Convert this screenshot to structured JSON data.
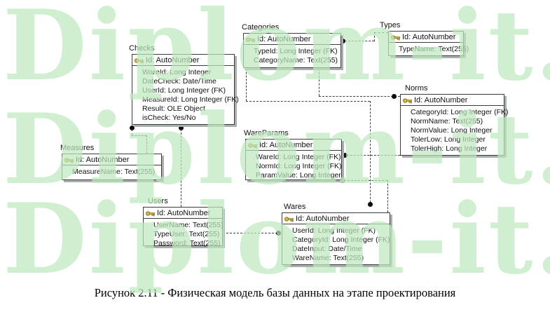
{
  "watermark": {
    "text": "Diplom-it.ru",
    "color": "#bee7be"
  },
  "caption": "Рисунок 2.11 - Физическая модель базы данных на этапе проектирования",
  "entities": [
    {
      "name": "Checks",
      "pk": "Id: AutoNumber",
      "fields": [
        "WareId: Long Integer",
        "DateCheck: Date/Time",
        "UserId: Long Integer (FK)",
        "MeasureId: Long Integer (FK)",
        "Result: OLE Object",
        "isCheck: Yes/No"
      ]
    },
    {
      "name": "Categories",
      "pk": "Id: AutoNumber",
      "fields": [
        "TypeId: Long Integer (FK)",
        "CategoryName: Text(255)"
      ]
    },
    {
      "name": "Types",
      "pk": "Id: AutoNumber",
      "fields": [
        "TypeName: Text(255)"
      ]
    },
    {
      "name": "Norms",
      "pk": "Id: AutoNumber",
      "fields": [
        "CategoryId: Long Integer (FK)",
        "NormName: Text(255)",
        "NormValue: Long Integer",
        "TolerLow: Long Integer",
        "TolerHigh: Long Integer"
      ]
    },
    {
      "name": "Measures",
      "pk": "Id: AutoNumber",
      "fields": [
        "MeasureName: Text(255)"
      ]
    },
    {
      "name": "WareParams",
      "pk": "Id: AutoNumber",
      "fields": [
        "WareId: Long Integer (FK)",
        "NormId: Long Integer (FK)",
        "ParamValue: Long Integer"
      ]
    },
    {
      "name": "Users",
      "pk": "Id: AutoNumber",
      "fields": [
        "UserName: Text(255)",
        "TypeUser: Text(255)",
        "Password: Text(255)"
      ]
    },
    {
      "name": "Wares",
      "pk": "Id: AutoNumber",
      "fields": [
        "UserId: Long Integer (FK)",
        "CategoryId: Long Integer (FK)",
        "DateInput: Date/Time",
        "WareName: Text(255)"
      ]
    }
  ],
  "relationships": [
    {
      "parent": "Types",
      "child": "Categories",
      "fk": "TypeId"
    },
    {
      "parent": "Categories",
      "child": "Norms",
      "fk": "CategoryId"
    },
    {
      "parent": "Categories",
      "child": "Wares",
      "fk": "CategoryId"
    },
    {
      "parent": "Measures",
      "child": "Checks",
      "fk": "MeasureId"
    },
    {
      "parent": "Users",
      "child": "Checks",
      "fk": "UserId"
    },
    {
      "parent": "Users",
      "child": "Wares",
      "fk": "UserId"
    },
    {
      "parent": "Norms",
      "child": "WareParams",
      "fk": "NormId"
    },
    {
      "parent": "Wares",
      "child": "WareParams",
      "fk": "WareId"
    }
  ]
}
